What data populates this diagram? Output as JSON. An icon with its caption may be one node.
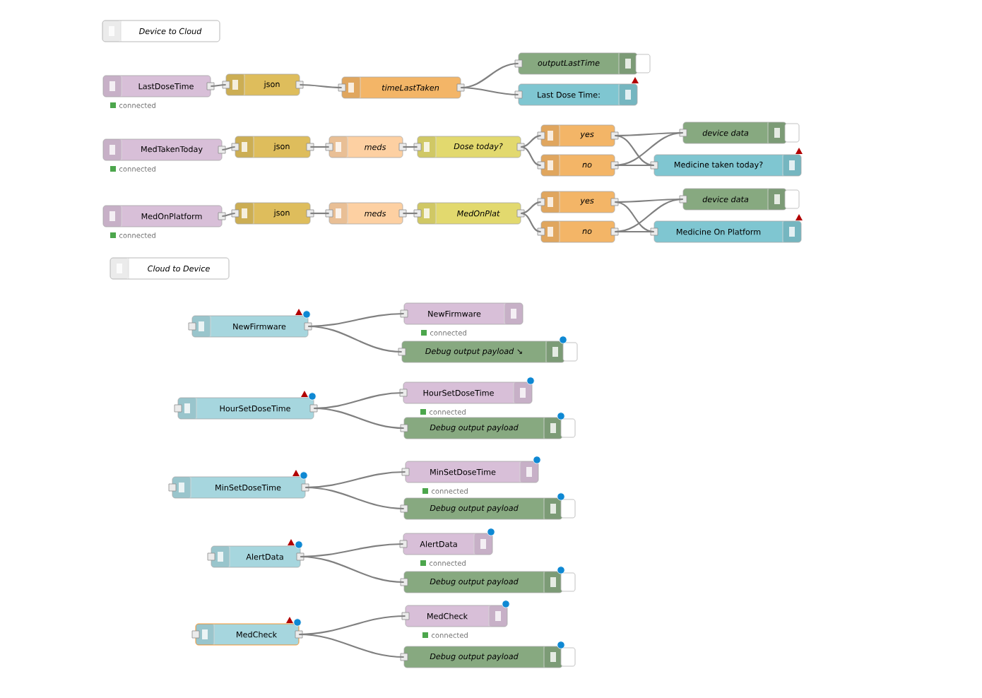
{
  "diagram": {
    "nodes": [
      {
        "text": [
          "Device to Cloud"
        ]
      },
      {
        "text": [
          "LastDoseTime"
        ],
        "beside": [
          "connected"
        ]
      },
      {
        "text": [
          "json"
        ]
      },
      {
        "text": [
          "timeLastTaken"
        ]
      },
      {
        "text": [
          "outputLastTime"
        ]
      },
      {
        "text": [
          "Last Dose Time:"
        ]
      },
      {
        "text": [
          "MedTakenToday"
        ],
        "beside": [
          "connected"
        ]
      },
      {
        "text": [
          "json"
        ]
      },
      {
        "text": [
          "meds"
        ]
      },
      {
        "text": [
          "Dose today?"
        ]
      },
      {
        "text": [
          "yes"
        ]
      },
      {
        "text": [
          "no"
        ]
      },
      {
        "text": [
          "device data"
        ]
      },
      {
        "text": [
          "Medicine taken today?"
        ]
      },
      {
        "text": [
          "MedOnPlatform"
        ],
        "beside": [
          "connected"
        ]
      },
      {
        "text": [
          "json"
        ]
      },
      {
        "text": [
          "meds"
        ]
      },
      {
        "text": [
          "MedOnPlat"
        ]
      },
      {
        "text": [
          "yes"
        ]
      },
      {
        "text": [
          "no"
        ]
      },
      {
        "text": [
          "device data"
        ]
      },
      {
        "text": [
          "Medicine On Platform"
        ]
      },
      {
        "text": [
          "Cloud to Device"
        ]
      },
      {
        "text": [
          "NewFirmware"
        ]
      },
      {
        "text": [
          "NewFirmware"
        ],
        "beside": [
          "connected"
        ]
      },
      {
        "text": [
          "Debug output payload ↘"
        ]
      },
      {
        "text": [
          "HourSetDoseTime"
        ]
      },
      {
        "text": [
          "HourSetDoseTime"
        ],
        "beside": [
          "connected"
        ]
      },
      {
        "text": [
          "Debug output payload"
        ]
      },
      {
        "text": [
          "MinSetDoseTime"
        ]
      },
      {
        "text": [
          "MinSetDoseTime"
        ],
        "beside": [
          "connected"
        ]
      },
      {
        "text": [
          "Debug output payload"
        ]
      },
      {
        "text": [
          "AlertData"
        ]
      },
      {
        "text": [
          "AlertData"
        ],
        "beside": [
          "connected"
        ]
      },
      {
        "text": [
          "Debug output payload"
        ]
      },
      {
        "text": [
          "MedCheck"
        ]
      },
      {
        "text": [
          "MedCheck"
        ],
        "beside": [
          "connected"
        ]
      },
      {
        "text": [
          "Debug output payload"
        ]
      }
    ],
    "edges": [
      {
        "from": 1,
        "to": 2,
        "arrow": "none"
      },
      {
        "from": 2,
        "to": 3,
        "arrow": "none"
      },
      {
        "from": 3,
        "to": 4,
        "arrow": "none"
      },
      {
        "from": 3,
        "to": 5,
        "arrow": "none"
      },
      {
        "from": 6,
        "to": 7,
        "arrow": "none"
      },
      {
        "from": 7,
        "to": 8,
        "arrow": "none"
      },
      {
        "from": 8,
        "to": 9,
        "arrow": "none"
      },
      {
        "from": 9,
        "to": 10,
        "arrow": "none"
      },
      {
        "from": 9,
        "to": 11,
        "arrow": "none"
      },
      {
        "from": 10,
        "to": 12,
        "arrow": "none"
      },
      {
        "from": 10,
        "to": 13,
        "arrow": "none"
      },
      {
        "from": 11,
        "to": 12,
        "arrow": "none"
      },
      {
        "from": 11,
        "to": 13,
        "arrow": "none"
      },
      {
        "from": 14,
        "to": 15,
        "arrow": "none"
      },
      {
        "from": 15,
        "to": 16,
        "arrow": "none"
      },
      {
        "from": 16,
        "to": 17,
        "arrow": "none"
      },
      {
        "from": 17,
        "to": 18,
        "arrow": "none"
      },
      {
        "from": 17,
        "to": 19,
        "arrow": "none"
      },
      {
        "from": 18,
        "to": 20,
        "arrow": "none"
      },
      {
        "from": 18,
        "to": 21,
        "arrow": "none"
      },
      {
        "from": 19,
        "to": 20,
        "arrow": "none"
      },
      {
        "from": 19,
        "to": 21,
        "arrow": "none"
      },
      {
        "from": 23,
        "to": 24,
        "arrow": "none"
      },
      {
        "from": 23,
        "to": 25,
        "arrow": "none"
      },
      {
        "from": 26,
        "to": 27,
        "arrow": "none"
      },
      {
        "from": 26,
        "to": 28,
        "arrow": "none"
      },
      {
        "from": 29,
        "to": 30,
        "arrow": "none"
      },
      {
        "from": 29,
        "to": 31,
        "arrow": "none"
      },
      {
        "from": 32,
        "to": 33,
        "arrow": "none"
      },
      {
        "from": 32,
        "to": 34,
        "arrow": "none"
      },
      {
        "from": 35,
        "to": 36,
        "arrow": "none"
      },
      {
        "from": 35,
        "to": 37,
        "arrow": "none"
      }
    ]
  }
}
